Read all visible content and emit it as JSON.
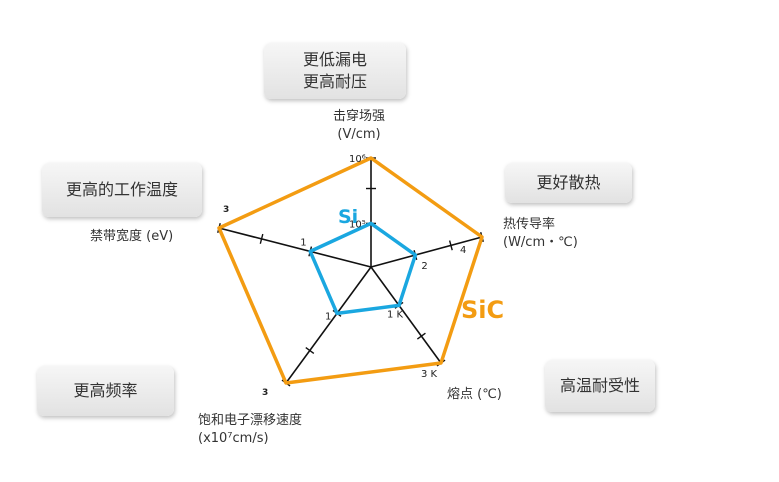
{
  "tags": {
    "top_line1": "更低漏电",
    "top_line2": "更高耐压",
    "left": "更高的工作温度",
    "right": "更好散热",
    "bottom_left": "更高频率",
    "bottom_right": "高温耐受性"
  },
  "chart_data": {
    "type": "radar",
    "axes": [
      {
        "name": "击穿场强",
        "unit": "(V/cm)",
        "tick_labels": [
          "10⁵",
          "10⁶"
        ]
      },
      {
        "name": "热传导率",
        "unit": "(W/cm・℃)",
        "tick_labels": [
          "2",
          "4"
        ]
      },
      {
        "name": "熔点 (℃)",
        "unit": "",
        "tick_labels": [
          "1 K",
          "3 K"
        ]
      },
      {
        "name": "饱和电子漂移速度",
        "unit": "(x10⁷cm/s)",
        "tick_labels": [
          "1",
          "3"
        ]
      },
      {
        "name": "禁带宽度 (eV)",
        "unit": "",
        "tick_labels": [
          "1",
          "3"
        ]
      }
    ],
    "series": [
      {
        "name": "Si",
        "color": "#1aa7e0",
        "values": [
          0.4,
          0.4,
          0.4,
          0.4,
          0.4
        ]
      },
      {
        "name": "SiC",
        "color": "#f39c12",
        "values": [
          1.0,
          1.0,
          1.0,
          1.0,
          1.0
        ]
      }
    ]
  }
}
